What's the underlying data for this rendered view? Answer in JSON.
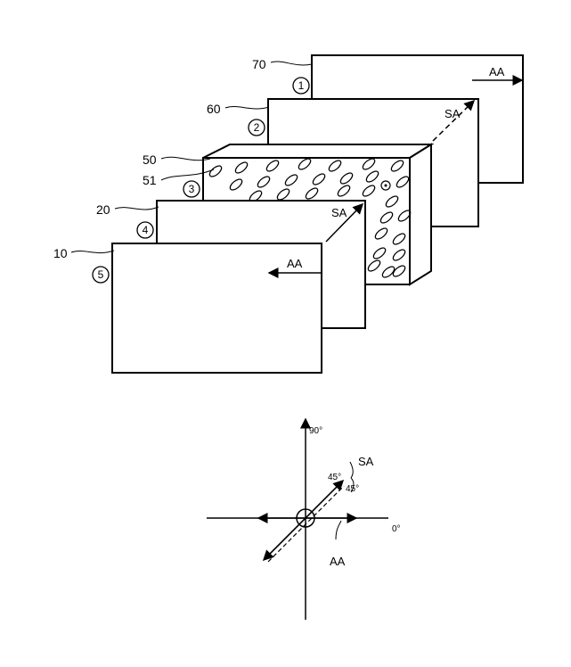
{
  "plates": [
    {
      "ref": "70",
      "num": "1",
      "axis": "AA"
    },
    {
      "ref": "60",
      "num": "2",
      "axis": "SA"
    },
    {
      "ref": "50",
      "ref2": "51",
      "num": "3"
    },
    {
      "ref": "20",
      "num": "4",
      "axis": "SA"
    },
    {
      "ref": "10",
      "num": "5",
      "axis": "AA"
    }
  ],
  "angle_diagram": {
    "label_90": "90°",
    "label_0": "0°",
    "label_sa": "SA",
    "label_aa": "AA",
    "label_45a": "45°",
    "label_45b": "45°"
  }
}
